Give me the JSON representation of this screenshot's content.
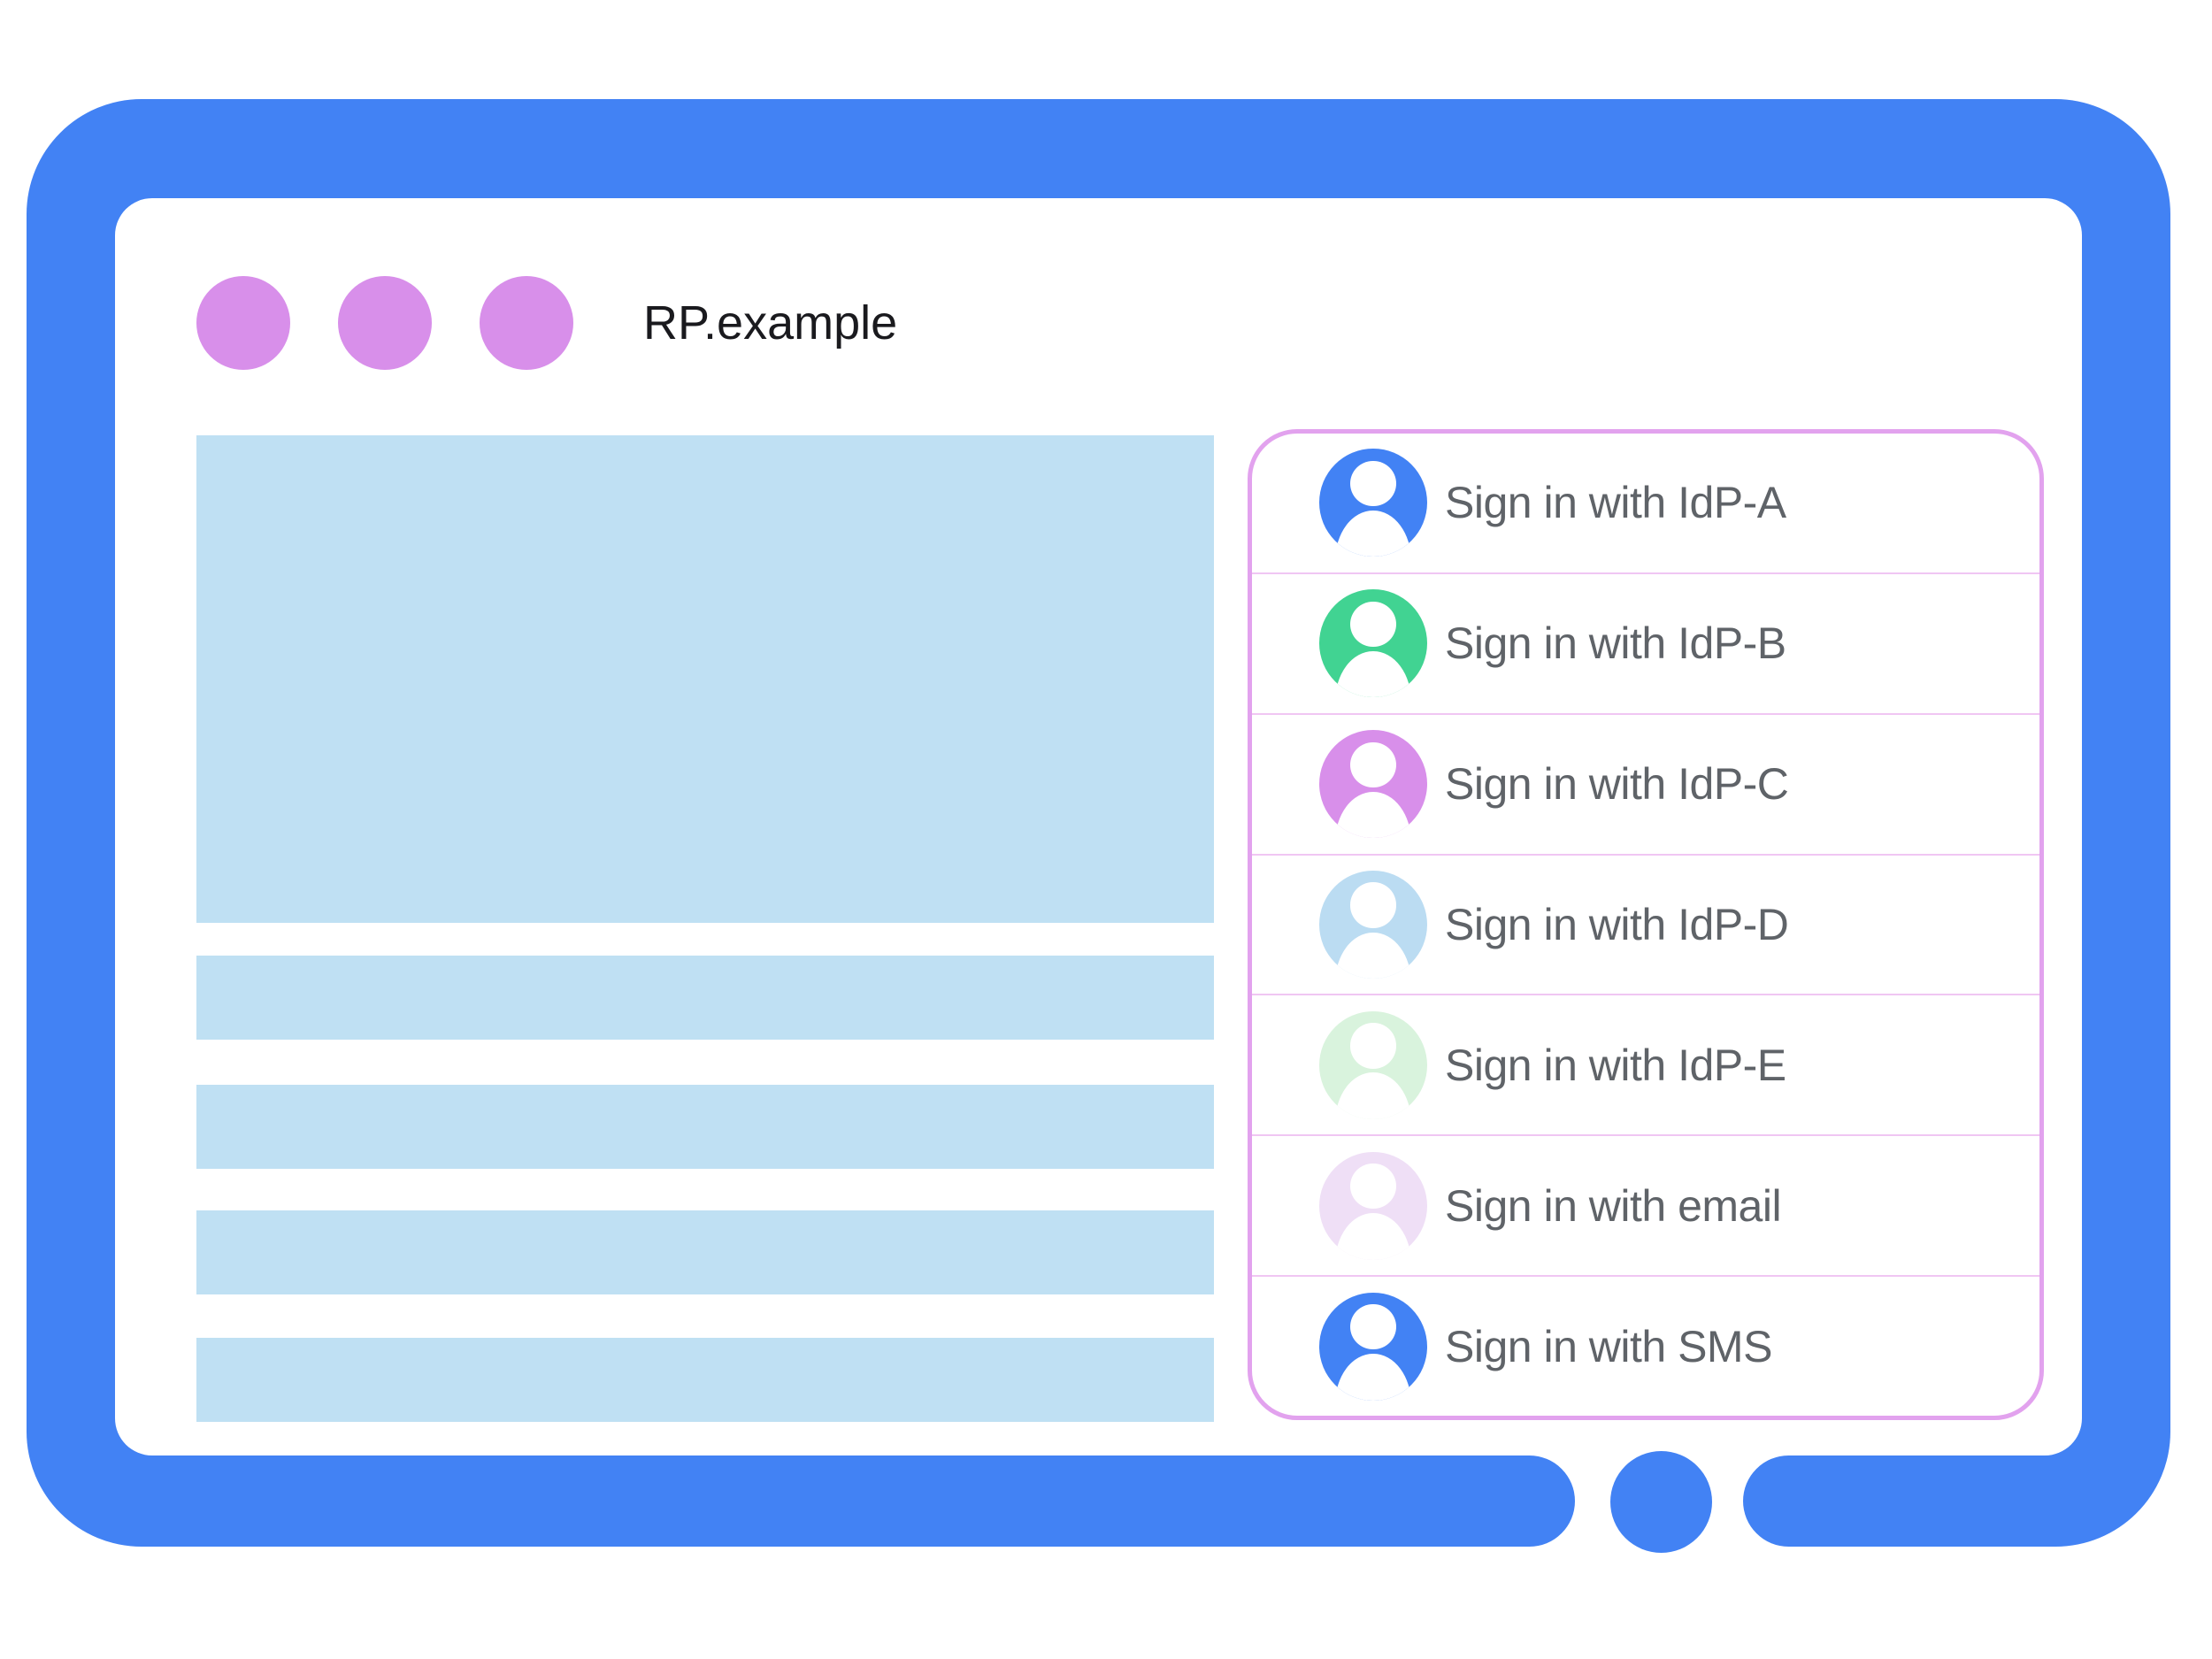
{
  "header": {
    "title": "RP.example",
    "window_dot_count": 3
  },
  "signin_panel": {
    "options": [
      {
        "label": "Sign in with IdP-A",
        "icon": "user-avatar-icon",
        "avatar_color": "#4282F4"
      },
      {
        "label": "Sign in with IdP-B",
        "icon": "user-avatar-icon",
        "avatar_color": "#41D392"
      },
      {
        "label": "Sign in with IdP-C",
        "icon": "user-avatar-icon",
        "avatar_color": "#D88FEA"
      },
      {
        "label": "Sign in with IdP-D",
        "icon": "user-avatar-icon",
        "avatar_color": "#BBDCF2"
      },
      {
        "label": "Sign in with IdP-E",
        "icon": "user-avatar-icon",
        "avatar_color": "#D9F3DD"
      },
      {
        "label": "Sign in with email",
        "icon": "user-avatar-icon",
        "avatar_color": "#EFDFF6"
      },
      {
        "label": "Sign in with SMS",
        "icon": "user-avatar-icon",
        "avatar_color": "#4282F4"
      }
    ]
  },
  "content": {
    "placeholder_blocks": [
      "hero",
      "text-bar",
      "text-bar",
      "text-bar",
      "text-bar"
    ]
  },
  "colors": {
    "frame_blue": "#4282F4",
    "window_dot_purple": "#D88FEA",
    "panel_border_pink": "#E2A2EE",
    "divider_pink": "#F0C6F3",
    "placeholder_blue": "#BFE0F3",
    "label_gray": "#5F6368",
    "title_black": "#1A1A1E"
  }
}
